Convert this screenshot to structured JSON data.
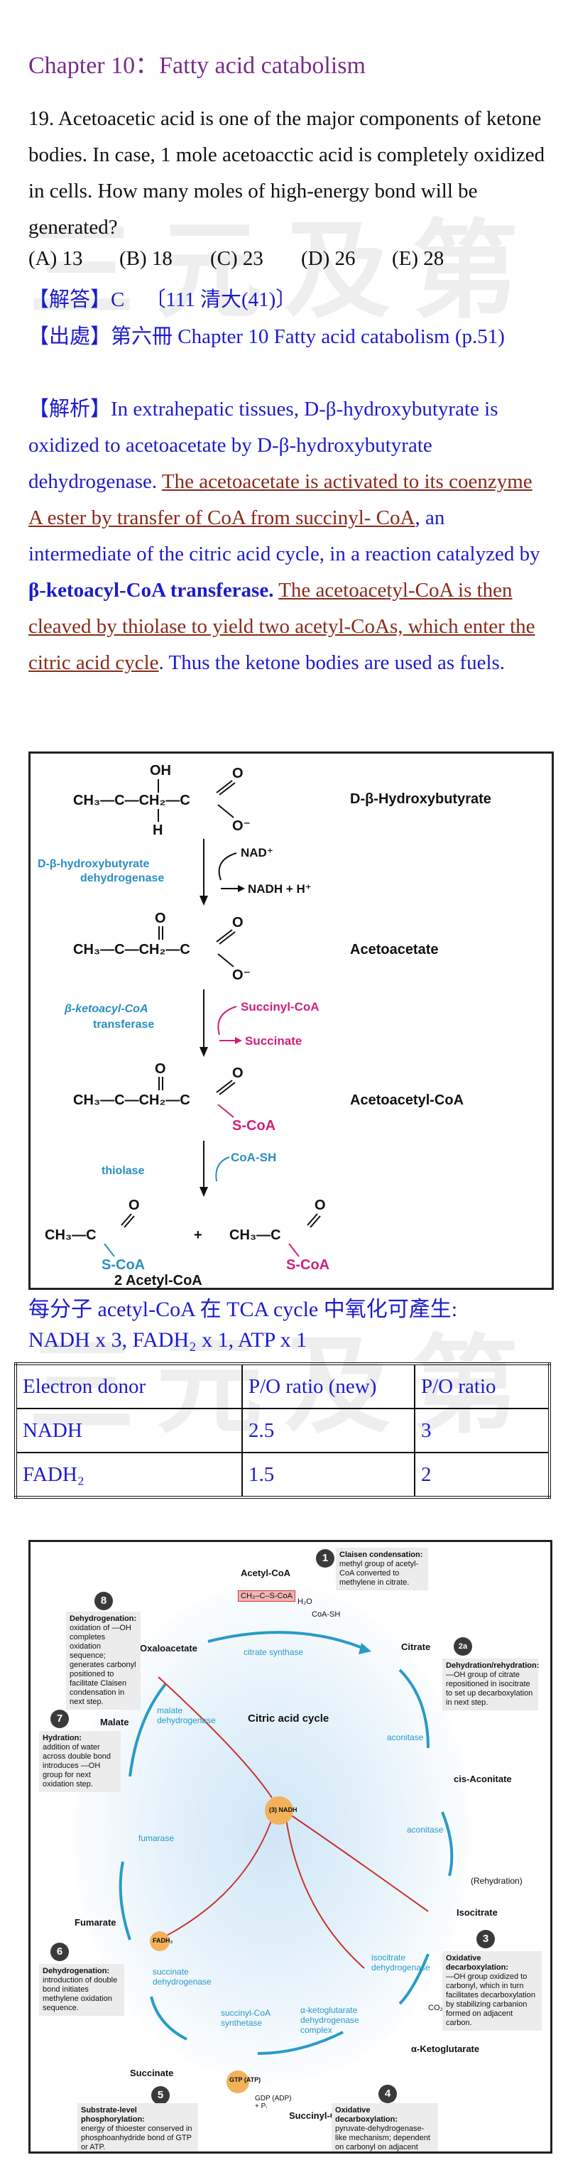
{
  "chapter_title": "Chapter 10：Fatty acid catabolism",
  "question": "19. Acetoacetic acid is one of the major components of ketone bodies. In case, 1 mole acetoacctic acid is completely oxidized in cells. How many moles of high-energy bond will be generated?",
  "options": [
    "(A) 13",
    "(B) 18",
    "(C) 23",
    "(D) 26",
    "(E) 28"
  ],
  "answer_label": "【解答】",
  "answer_value": "C",
  "answer_ref": "〔111 清大(41)〕",
  "source_label": "【出處】",
  "source_text": "第六冊 Chapter 10 Fatty acid catabolism (p.51)",
  "explain_label": "【解析】",
  "explain": {
    "p1": "In extrahepatic tissues, D-β-hydroxybutyrate is oxidized to acetoacetate by D-β-hydroxybutyrate dehydrogenase. ",
    "u1": "The acetoacetate is activated to its coenzyme A ester by transfer of CoA from succinyl- CoA",
    "p2": ", an intermediate of the citric acid cycle, in a reaction catalyzed by ",
    "b1": "β-ketoacyl-CoA transferase.",
    "p3": " ",
    "u2": "The acetoacetyl-CoA is then cleaved by thiolase to yield two acetyl-CoAs, which enter the citric acid cycle",
    "p4": ". Thus the ketone bodies are used as fuels."
  },
  "pathway": {
    "m1_name": "D-β-Hydroxybutyrate",
    "enzyme1": [
      "D-β-hydroxybutyrate",
      "dehydrogenase"
    ],
    "cof1_in": "NAD⁺",
    "cof1_out": "NADH  +  H⁺",
    "m2_name": "Acetoacetate",
    "enzyme2": [
      "β-ketoacyl-CoA",
      "transferase"
    ],
    "cof2_in": "Succinyl-CoA",
    "cof2_out": "Succinate",
    "m3_name": "Acetoacetyl-CoA",
    "enzyme3": "thiolase",
    "cof3_in": "CoA-SH",
    "m4_name": "2 Acetyl-CoA"
  },
  "tca_caption_1": "每分子 acetyl-CoA 在 TCA cycle 中氧化可產生:",
  "tca_caption_2": "NADH x 3, FADH₂ x 1, ATP x 1",
  "table": {
    "headers": [
      "Electron donor",
      "P/O ratio (new)",
      "P/O ratio"
    ],
    "rows": [
      [
        "NADH",
        "2.5",
        "3"
      ],
      [
        "FADH₂",
        "1.5",
        "2"
      ]
    ]
  },
  "tca": {
    "title": "Citric acid cycle",
    "metabolites": [
      "Acetyl-CoA",
      "Oxaloacetate",
      "Citrate",
      "cis-Aconitate",
      "Isocitrate",
      "α-Ketoglutarate",
      "Succinyl-CoA",
      "Succinate",
      "Fumarate",
      "Malate"
    ],
    "enzymes": [
      "citrate synthase",
      "aconitase",
      "aconitase",
      "isocitrate dehydrogenase",
      "α-ketoglutarate dehydrogenase complex",
      "succinyl-CoA synthetase",
      "succinate dehydrogenase",
      "fumarase",
      "malate dehydrogenase"
    ],
    "notes": [
      {
        "step": "1",
        "title": "Claisen condensation:",
        "text": "methyl group of acetyl-CoA converted to methylene in citrate."
      },
      {
        "step": "2a",
        "title": "Dehydration/rehydration:",
        "text": "—OH group of citrate repositioned in isocitrate to set up decarboxylation in next step."
      },
      {
        "step": "3",
        "title": "Oxidative decarboxylation:",
        "text": "—OH group oxidized to carbonyl, which in turn facilitates decarboxylation by stabilizing carbanion formed on adjacent carbon."
      },
      {
        "step": "4",
        "title": "Oxidative decarboxylation:",
        "text": "pyruvate-dehydrogenase-like mechanism; dependent on carbonyl on adjacent carbon."
      },
      {
        "step": "5",
        "title": "Substrate-level phosphorylation:",
        "text": "energy of thioester conserved in phosphoanhydride bond of GTP or ATP."
      },
      {
        "step": "6",
        "title": "Dehydrogenation:",
        "text": "introduction of double bond initiates methylene oxidation sequence."
      },
      {
        "step": "7",
        "title": "Hydration:",
        "text": "addition of water across double bond introduces —OH group for next oxidation step."
      },
      {
        "step": "8",
        "title": "Dehydrogenation:",
        "text": "oxidation of —OH completes oxidation sequence; generates carbonyl positioned to facilitate Claisen condensation in next step."
      }
    ],
    "labels": [
      "(3) NADH",
      "FADH₂",
      "GTP (ATP)",
      "GDP (ADP) + Pᵢ",
      "(Rehydration)",
      "CoA-SH",
      "H₂O",
      "CO₂"
    ]
  }
}
